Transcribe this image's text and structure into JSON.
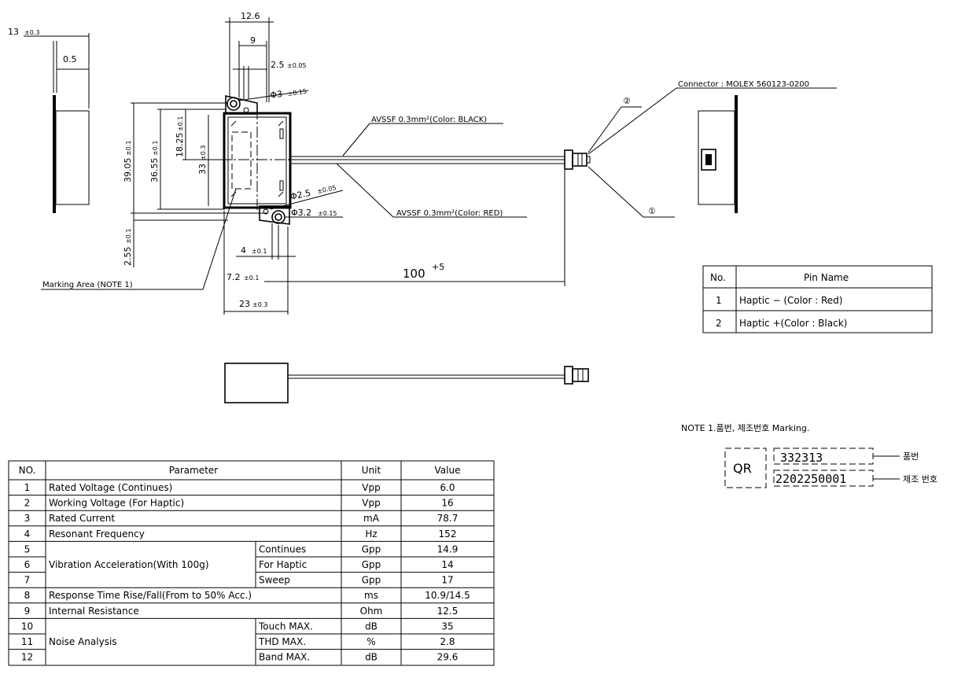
{
  "dimensions": {
    "d_13": "13",
    "d_13_tol": "±0.3",
    "d_0_5": "0.5",
    "d_12_6": "12.6",
    "d_9": "9",
    "d_2_5": "2.5",
    "d_2_5_tol": "±0.05",
    "d_phi3": "Φ3",
    "d_phi3_tol": "±0.15",
    "d_39_05": "39.05",
    "d_39_05_tol": "±0.1",
    "d_36_55": "36.55",
    "d_36_55_tol": "±0.1",
    "d_18_25": "18.25",
    "d_18_25_tol": "±0.1",
    "d_33": "33",
    "d_33_tol": "±0.3",
    "d_2_55": "2.55",
    "d_2_55_tol": "±0.1",
    "d_phi2_5": "Φ2.5",
    "d_phi2_5_tol": "±0.05",
    "d_phi3_2": "Φ3.2",
    "d_phi3_2_tol": "±0.15",
    "d_4": "4",
    "d_4_tol": "±0.1",
    "d_7_2": "7.2",
    "d_7_2_tol": "±0.1",
    "d_23": "23",
    "d_23_tol": "±0.3",
    "d_100": "100",
    "d_100_tol": "+5"
  },
  "labels": {
    "wire_black": "AVSSF 0.3mm²(Color: BLACK)",
    "wire_red": "AVSSF 0.3mm²(Color: RED)",
    "connector": "Connector : MOLEX 560123-0200",
    "marking_area": "Marking Area (NOTE 1)",
    "pin1_callout": "①",
    "pin2_callout": "②"
  },
  "pin_table": {
    "headers": [
      "No.",
      "Pin Name"
    ],
    "rows": [
      [
        "1",
        "Haptic − (Color : Red)"
      ],
      [
        "2",
        "Haptic +(Color : Black)"
      ]
    ]
  },
  "note": {
    "title": "NOTE 1.품번, 제조번호 Marking.",
    "qr_label": "QR",
    "part_number": "332313",
    "part_number_label": "품번",
    "serial_number": "2202250001",
    "serial_number_label": "제조 번호"
  },
  "spec_table": {
    "headers": [
      "NO.",
      "Parameter",
      "Unit",
      "Value"
    ],
    "rows": [
      {
        "no": "1",
        "param": "Rated Voltage (Continues)",
        "sub": "",
        "unit": "Vpp",
        "value": "6.0"
      },
      {
        "no": "2",
        "param": "Working Voltage (For Haptic)",
        "sub": "",
        "unit": "Vpp",
        "value": "16"
      },
      {
        "no": "3",
        "param": "Rated Current",
        "sub": "",
        "unit": "mA",
        "value": "78.7"
      },
      {
        "no": "4",
        "param": "Resonant Frequency",
        "sub": "",
        "unit": "Hz",
        "value": "152"
      },
      {
        "no": "5",
        "param": "",
        "sub": "Continues",
        "unit": "Gpp",
        "value": "14.9"
      },
      {
        "no": "6",
        "param": "Vibration Acceleration(With 100g)",
        "sub": "For Haptic",
        "unit": "Gpp",
        "value": "14"
      },
      {
        "no": "7",
        "param": "",
        "sub": "Sweep",
        "unit": "Gpp",
        "value": "17"
      },
      {
        "no": "8",
        "param": "Response Time Rise/Fall(From to 50% Acc.)",
        "sub": "",
        "unit": "ms",
        "value": "10.9/14.5"
      },
      {
        "no": "9",
        "param": "Internal Resistance",
        "sub": "",
        "unit": "Ohm",
        "value": "12.5"
      },
      {
        "no": "10",
        "param": "",
        "sub": "Touch MAX.",
        "unit": "dB",
        "value": "35"
      },
      {
        "no": "11",
        "param": "Noise Analysis",
        "sub": "THD MAX.",
        "unit": "%",
        "value": "2.8"
      },
      {
        "no": "12",
        "param": "",
        "sub": "Band MAX.",
        "unit": "dB",
        "value": "29.6"
      }
    ]
  }
}
